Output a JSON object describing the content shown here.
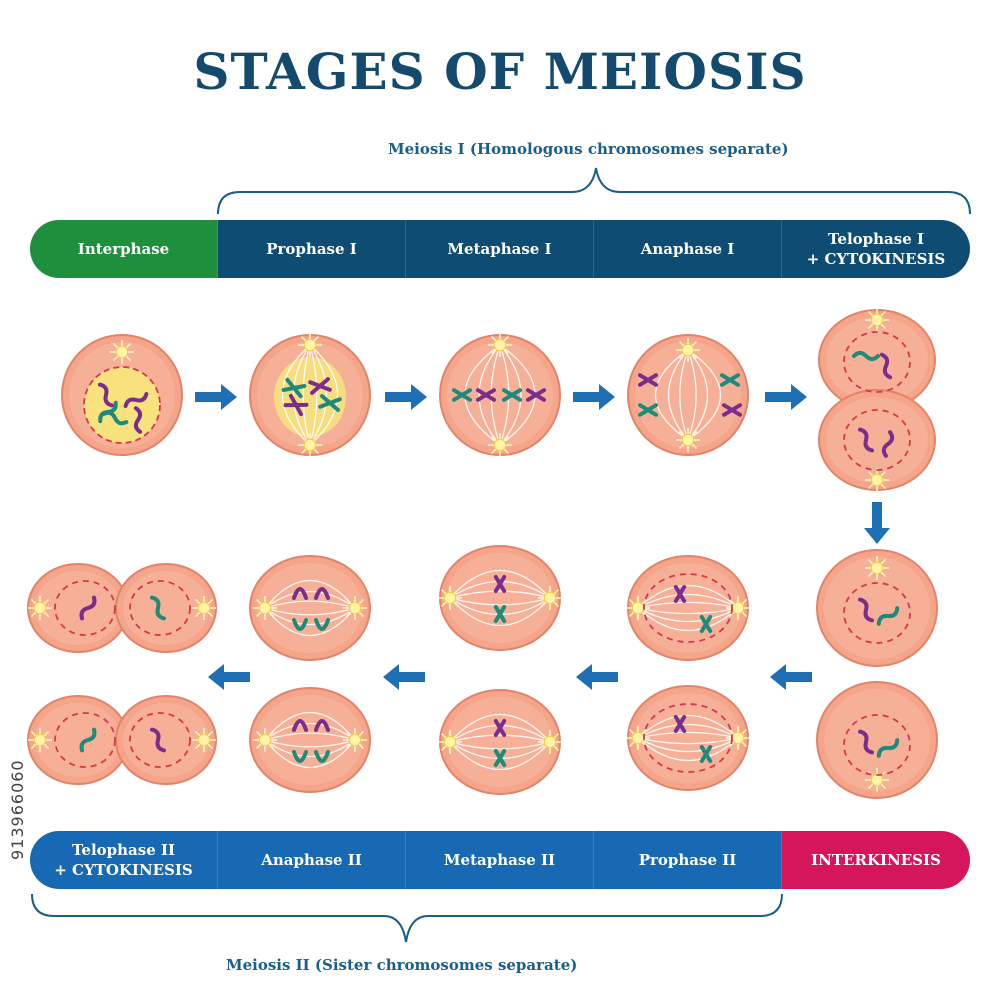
{
  "title": "STAGES OF MEIOSIS",
  "meiosis1_caption": "Meiosis I (Homologous chromosomes separate)",
  "meiosis2_caption": "Meiosis II (Sister chromosomes separate)",
  "top_bar": [
    {
      "label": "Interphase",
      "color": "#1e8f3c"
    },
    {
      "label": "Prophase I",
      "color": "#0f4c74"
    },
    {
      "label": "Metaphase I",
      "color": "#0f4c74"
    },
    {
      "label": "Anaphase I",
      "color": "#0f4c74"
    },
    {
      "label": "Telophase I\n+ CYTOKINESIS",
      "color": "#0f4c74"
    }
  ],
  "bottom_bar": [
    {
      "label": "Telophase II\n+ CYTOKINESIS",
      "color": "#1769b3"
    },
    {
      "label": "Anaphase II",
      "color": "#1769b3"
    },
    {
      "label": "Metaphase II",
      "color": "#1769b3"
    },
    {
      "label": "Prophase II",
      "color": "#1769b3"
    },
    {
      "label": "INTERKINESIS",
      "color": "#d5165a"
    }
  ],
  "side_code": "913966060",
  "colors": {
    "cell_fill": "#f4a58a",
    "cell_stroke": "#e2836a",
    "nucleus": "#f7e27e",
    "purple": "#7b2d8b",
    "teal": "#1d8a7a",
    "arrow": "#1f6fb5",
    "membrane_dash": "#d9364b"
  }
}
